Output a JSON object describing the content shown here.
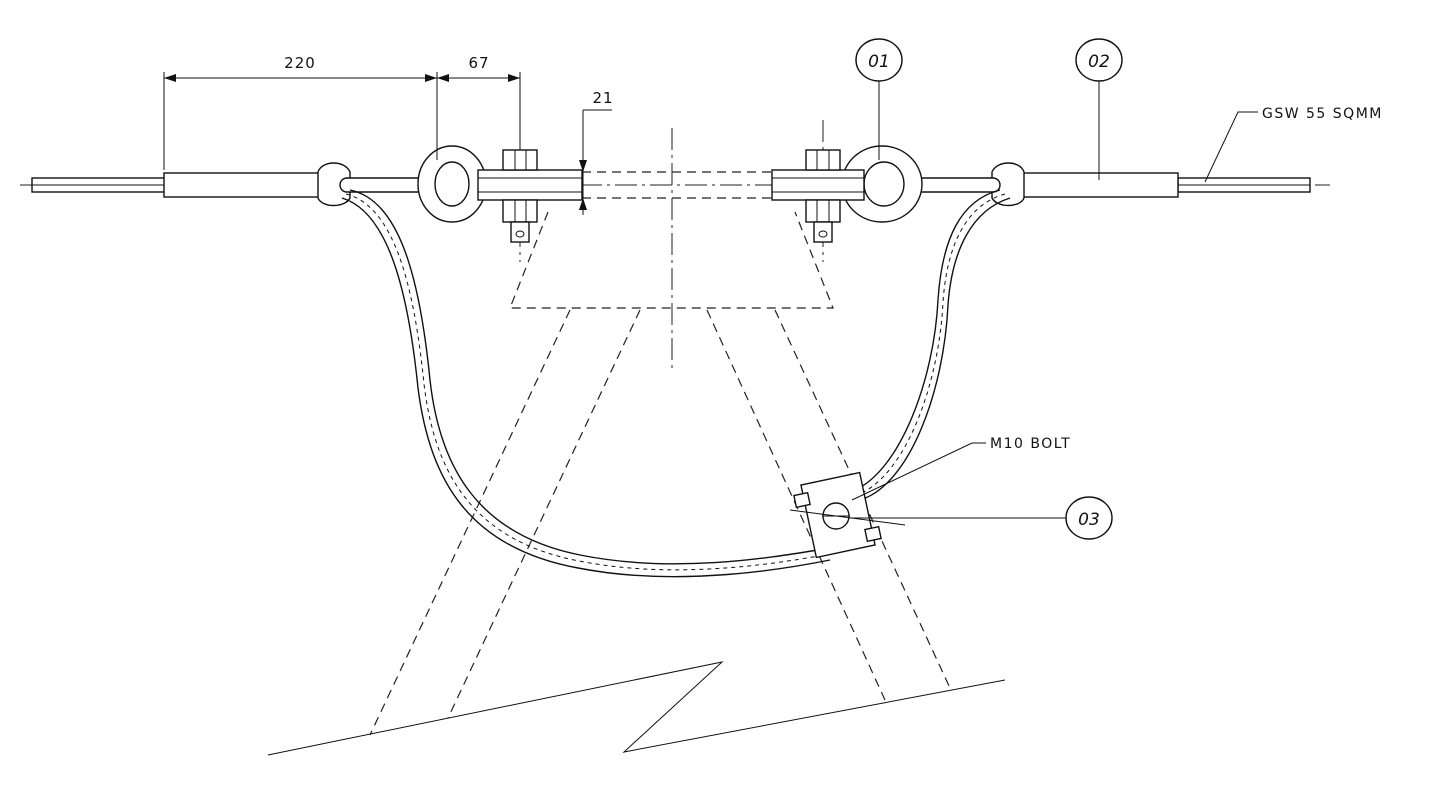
{
  "dimensions": {
    "dim_1": "220",
    "dim_2": "67",
    "dim_3": "21"
  },
  "callouts": {
    "wire_label": "GSW 55 SQMM",
    "bolt_label": "M10 BOLT"
  },
  "balloons": {
    "item_1": "01",
    "item_2": "02",
    "item_3": "03"
  }
}
